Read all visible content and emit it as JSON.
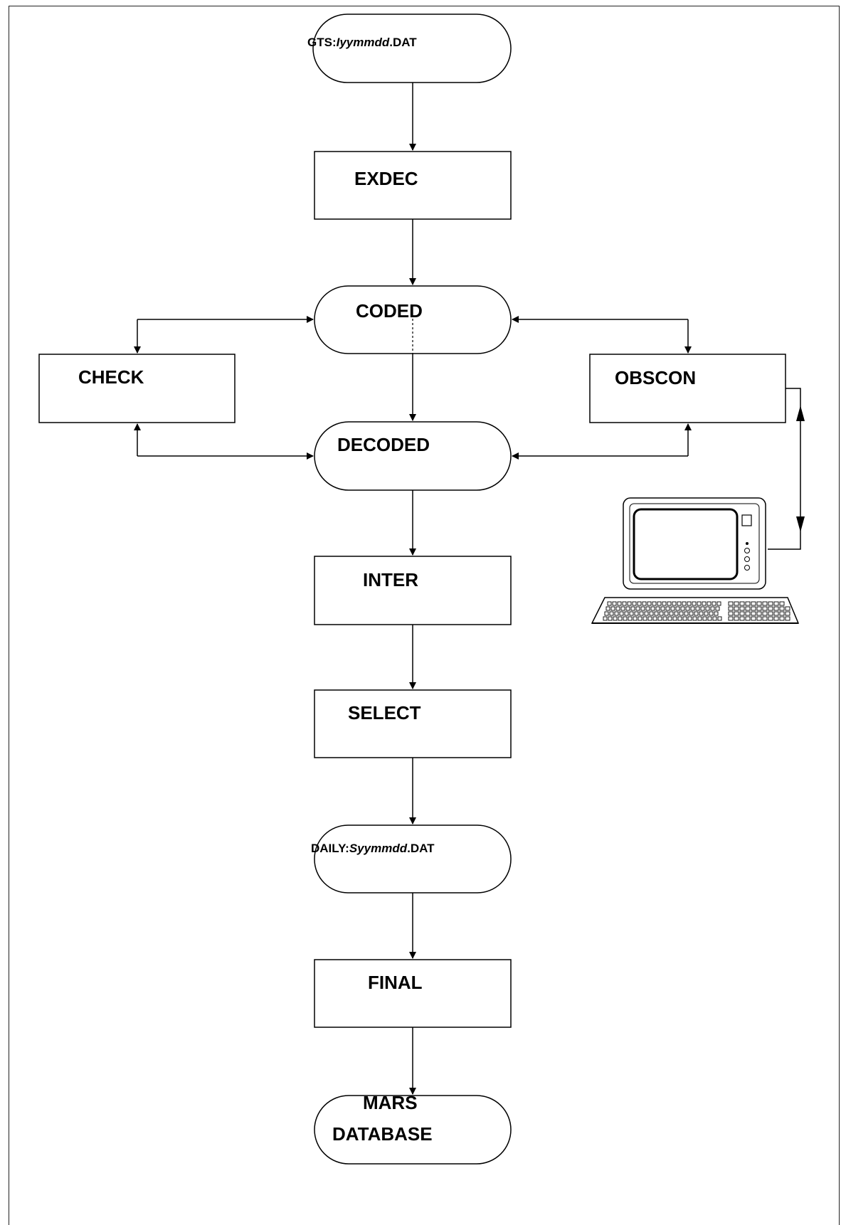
{
  "nodes": {
    "gts_file": {
      "prefix": "GTS:",
      "italic": "Iyymmdd",
      "suffix": ".DAT"
    },
    "exdec": "EXDEC",
    "coded": "CODED",
    "check": "CHECK",
    "obscon": "OBSCON",
    "decoded": "DECODED",
    "inter": "INTER",
    "select": "SELECT",
    "daily_file": {
      "prefix": "DAILY:",
      "italic": "Syymmdd",
      "suffix": ".DAT"
    },
    "final": "FINAL",
    "mars_line1": "MARS",
    "mars_line2": "DATABASE"
  },
  "icons": [
    "computer-terminal-icon",
    "keyboard-icon"
  ],
  "colors": {
    "stroke": "#000000",
    "fill": "#ffffff"
  }
}
